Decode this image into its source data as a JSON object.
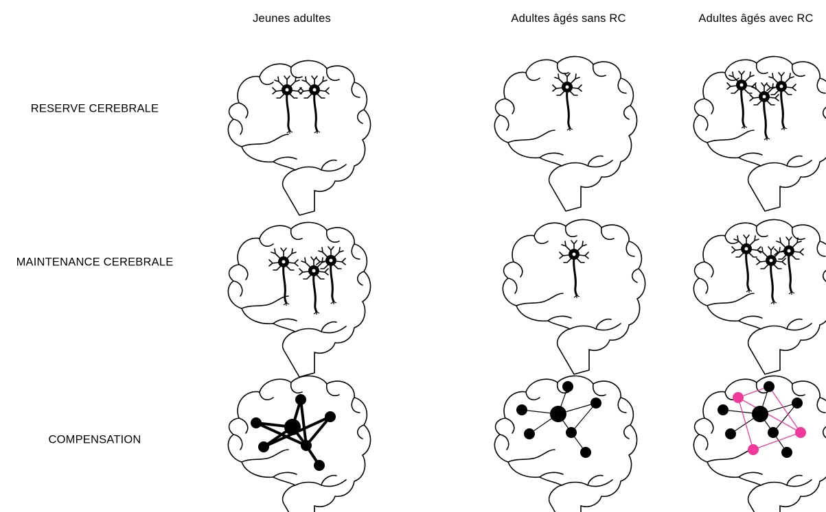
{
  "columns": {
    "young": "Jeunes adultes",
    "old_no_rc": "Adultes âgés sans RC",
    "old_rc": "Adultes âgés avec RC"
  },
  "rows": {
    "reserve": "RESERVE CEREBRALE",
    "maintenance": "MAINTENANCE CEREBRALE",
    "compensation": "COMPENSATION"
  },
  "colors": {
    "ink": "#000000",
    "highlight": "#f0399a"
  },
  "neurons": {
    "reserve": {
      "young": 2,
      "old_no_rc": 1,
      "old_rc": 3
    },
    "maintenance": {
      "young": 3,
      "old_no_rc": 1,
      "old_rc": 3
    }
  }
}
